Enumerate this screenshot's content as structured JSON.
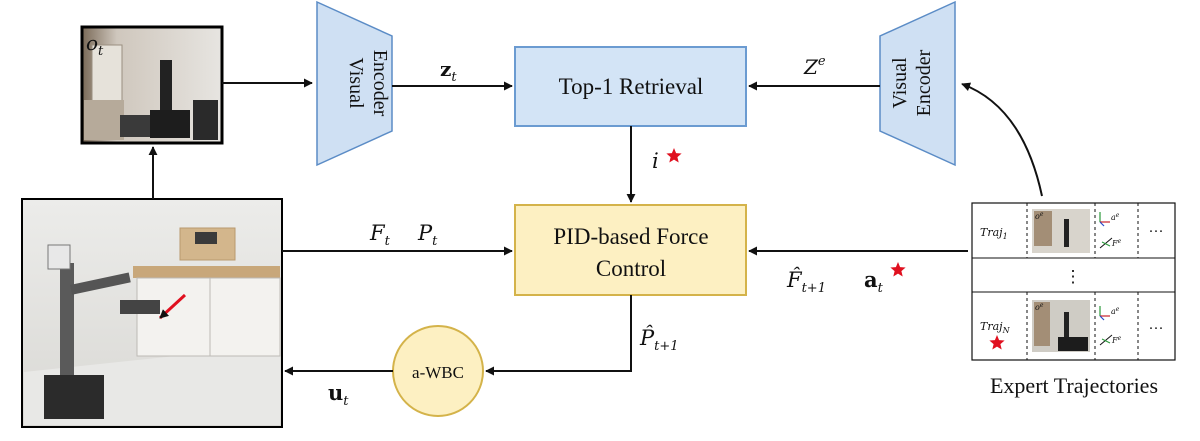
{
  "visual_encoder_left": {
    "line1": "Visual",
    "line2": "Encoder"
  },
  "visual_encoder_right": {
    "line1": "Visual",
    "line2": "Encoder"
  },
  "retrieval_box": {
    "label": "Top-1 Retrieval",
    "fill": "#d3e4f6",
    "stroke": "#6b9bd1"
  },
  "force_control_box": {
    "line1": "PID-based Force",
    "line2": "Control",
    "fill": "#fdf0c2",
    "stroke": "#d4b34a"
  },
  "awbc_circle": {
    "label": "a-WBC",
    "fill": "#fdf0c2",
    "stroke": "#d4b34a"
  },
  "observation_label": {
    "main": "o",
    "sub": "t"
  },
  "labels": {
    "z_t": {
      "main": "z",
      "sub": "t"
    },
    "z_e": {
      "main": "Z",
      "sup": "e"
    },
    "i_star": {
      "main": "i"
    },
    "f_t": {
      "main": "F",
      "sub": "t"
    },
    "p_t": {
      "main": "P",
      "sub": "t"
    },
    "f_hat": {
      "main": "F̂",
      "sub": "t+1"
    },
    "a_t": {
      "main": "a",
      "sub": "t"
    },
    "p_hat": {
      "main": "P̂",
      "sub": "t+1"
    },
    "u_t": {
      "main": "u",
      "sub": "t"
    }
  },
  "expert_table": {
    "caption": "Expert Trajectories",
    "row1": {
      "traj": "Traj",
      "traj_sub": "1",
      "obs": "o",
      "obs_sup": "e",
      "act": "a",
      "act_sup": "e",
      "force": "F",
      "force_sup": "e",
      "more": "···"
    },
    "middle": "⋮",
    "row2": {
      "traj": "Traj",
      "traj_sub": "N",
      "obs": "o",
      "obs_sup": "e",
      "act": "a",
      "act_sup": "e",
      "force": "F",
      "force_sup": "e",
      "more": "···"
    }
  },
  "colors": {
    "accent_star": "#e0101f",
    "encoder": "#cfe0f3"
  },
  "icons": [
    "robot-photo",
    "camera-view-photo",
    "expert-thumbnail",
    "axes-icon",
    "star-icon"
  ]
}
